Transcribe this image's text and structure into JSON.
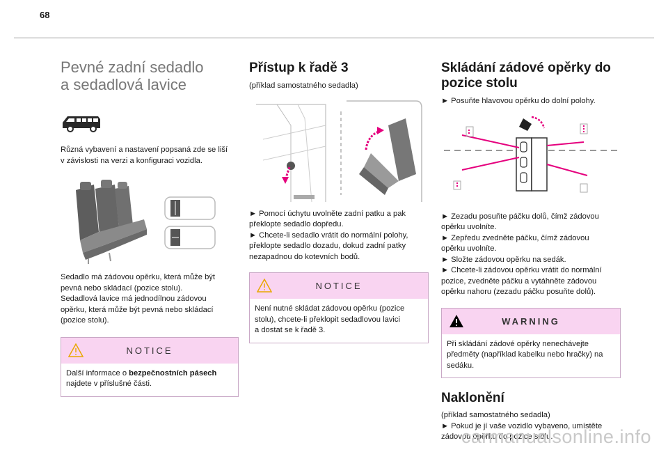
{
  "page_number": "68",
  "col1": {
    "title_line1": "Pevné zadní sedadlo",
    "title_line2": "a sedadlová lavice",
    "intro_line1": "Různá vybavení a nastavení popsaná zde se liší",
    "intro_line2": "v závislosti na verzi a konfiguraci vozidla.",
    "body": [
      "Sedadlo má zádovou opěrku, která může být",
      "pevná nebo skládací (pozice stolu).",
      "Sedadlová lavice má jednodílnou zádovou",
      "opěrku, která může být pevná nebo skládací",
      "(pozice stolu)."
    ],
    "notice_label": "NOTICE",
    "notice_prefix": "Další informace o ",
    "notice_bold": "bezpečnostních pásech",
    "notice_line2": "najdete v příslušné části."
  },
  "col2": {
    "title": "Přístup k řadě 3",
    "subtitle": "(příklad samostatného sedadla)",
    "body": [
      "► Pomocí úchytu uvolněte zadní patku a pak",
      "překlopte sedadlo dopředu.",
      "► Chcete-li sedadlo vrátit do normální polohy,",
      "překlopte sedadlo dozadu, dokud zadní patky",
      "nezapadnou do kotevních bodů."
    ],
    "notice_label": "NOTICE",
    "notice_lines": [
      "Není nutné skládat zádovou opěrku (pozice",
      "stolu), chcete-li překlopit sedadlovou lavici",
      "a dostat se k řadě 3."
    ]
  },
  "col3": {
    "title_line1": "Skládání zádové opěrky do",
    "title_line2": "pozice stolu",
    "intro": "► Posuňte hlavovou opěrku do dolní polohy.",
    "body": [
      "► Zezadu posuňte páčku dolů, čímž zádovou",
      "opěrku uvolníte.",
      "► Zepředu zvedněte páčku, čímž zádovou",
      "opěrku uvolníte.",
      "► Složte zádovou opěrku na sedák.",
      "► Chcete-li zádovou opěrku vrátit do normální",
      "pozice, zvedněte páčku a vytáhněte zádovou",
      "opěrku nahoru (zezadu páčku posuňte dolů)."
    ],
    "warning_label": "WARNING",
    "warning_lines": [
      "Při skládání zádové opěrky nenechávejte",
      "předměty (například kabelku nebo hračky) na",
      "sedáku."
    ],
    "tilt_title": "Naklonění",
    "tilt_lines": [
      "(příklad samostatného sedadla)",
      "► Pokud je jí vaše vozidlo vybaveno, umístěte",
      "zádovou opěrku do pozice stolu."
    ]
  },
  "watermark": "carmanualsonline.info",
  "colors": {
    "accent": "#e5007e",
    "notice_bg": "#f9d4f1",
    "warning_icon": "#e8a800"
  }
}
